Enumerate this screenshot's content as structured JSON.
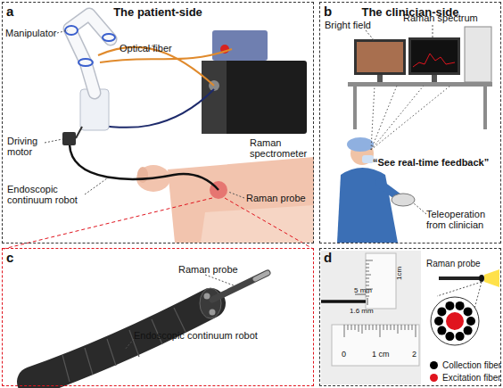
{
  "diagram": {
    "nodes": [
      {
        "text": [
          "a",
          "The patient-side"
        ]
      },
      {
        "text": [
          "b",
          "The clinician-side"
        ]
      },
      {
        "text": [
          "c"
        ]
      },
      {
        "text": [
          "d"
        ]
      }
    ],
    "labels": [
      "Manipulator",
      "Optical fiber",
      "Raman spectrometer",
      "Driving motor",
      "Endoscopic continuum robot",
      "Raman probe",
      "Bright field",
      "Raman spectrum",
      "“See real-time feedback”",
      "Teleoperation from clinician",
      "Raman probe",
      "Endoscopic continuum robot",
      "5 mm",
      "1.6 mm",
      "1cm",
      "0",
      "1 cm",
      "2",
      "Raman probe"
    ],
    "legend": [
      {
        "text": "Collection fiber",
        "color": "#000000"
      },
      {
        "text": "Excitation fiber",
        "color": "#e0141e"
      }
    ]
  }
}
